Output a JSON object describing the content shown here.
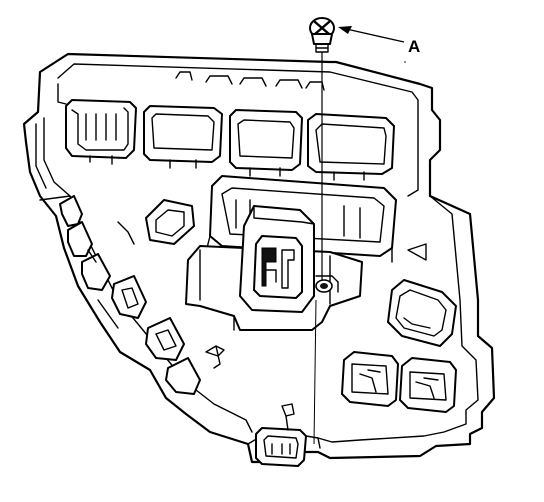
{
  "callout": {
    "label": "A"
  },
  "parts": {
    "screw": "screw-icon",
    "fuse_box": "fuse-relay-box",
    "connector_shape": "connector-socket"
  },
  "colors": {
    "ink": "#000000",
    "paper": "#ffffff"
  }
}
